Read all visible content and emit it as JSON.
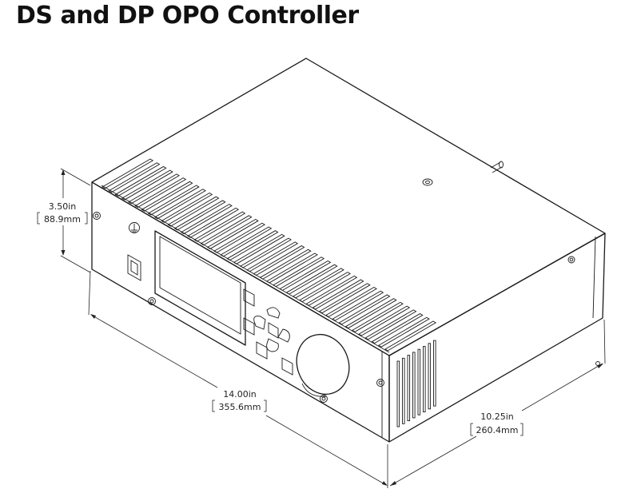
{
  "title": "DS and DP OPO Controller",
  "dimensions": {
    "height": {
      "in": "3.50in",
      "mm": "88.9mm"
    },
    "width": {
      "in": "14.00in",
      "mm": "355.6mm"
    },
    "depth": {
      "in": "10.25in",
      "mm": "260.4mm"
    }
  }
}
